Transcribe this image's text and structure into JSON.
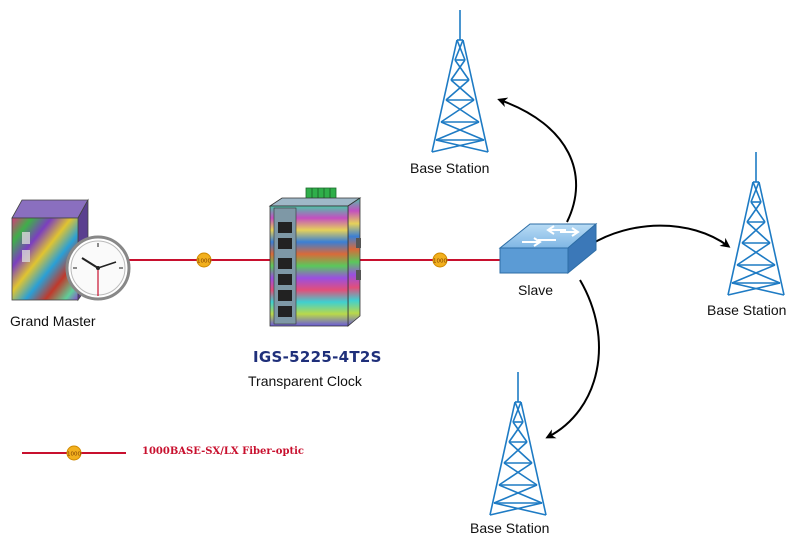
{
  "nodes": {
    "grand_master": {
      "label": "Grand Master"
    },
    "transparent_clock": {
      "model": "IGS-5225-4T2S",
      "label": "Transparent Clock"
    },
    "slave": {
      "label": "Slave"
    },
    "base_station_top": {
      "label": "Base Station"
    },
    "base_station_right": {
      "label": "Base Station"
    },
    "base_station_bottom": {
      "label": "Base Station"
    }
  },
  "links": {
    "badge_text": "1000",
    "color": "#c8102e"
  },
  "legend": {
    "badge_text": "1000",
    "text": "1000BASE-SX/LX Fiber-optic",
    "color": "#c8102e"
  },
  "colors": {
    "model_text": "#1f2f7a",
    "switch_blue": "#5b9bd5",
    "tower_blue": "#1e7bc4",
    "badge_fill": "#f2b01e"
  }
}
